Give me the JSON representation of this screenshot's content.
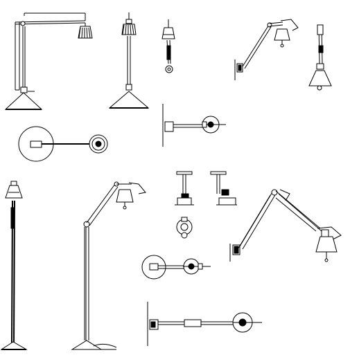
{
  "drawing": {
    "background": "#ffffff",
    "line_color": "#000000",
    "blocks": [
      {
        "id": "tall-boom-floor-lamp",
        "view": "elevation"
      },
      {
        "id": "straight-floor-lamp",
        "view": "elevation"
      },
      {
        "id": "small-pendant-lamp",
        "view": "elevation"
      },
      {
        "id": "wall-arm-lamp-top-right",
        "view": "elevation"
      },
      {
        "id": "tilted-pendant-lamp",
        "view": "elevation"
      },
      {
        "id": "round-base-lamp-plan",
        "view": "plan"
      },
      {
        "id": "wall-arm-lamp-plan",
        "view": "plan"
      },
      {
        "id": "tall-floor-lamp-left",
        "view": "elevation"
      },
      {
        "id": "articulated-floor-lamp",
        "view": "elevation"
      },
      {
        "id": "clamp-lamp-a",
        "view": "elevation"
      },
      {
        "id": "clamp-lamp-b",
        "view": "elevation"
      },
      {
        "id": "clamp-lamp-plan",
        "view": "plan"
      },
      {
        "id": "large-wall-arm-lamp",
        "view": "elevation"
      },
      {
        "id": "floor-lamp-plan",
        "view": "plan"
      },
      {
        "id": "long-wall-arm-lamp-plan",
        "view": "plan"
      }
    ]
  }
}
